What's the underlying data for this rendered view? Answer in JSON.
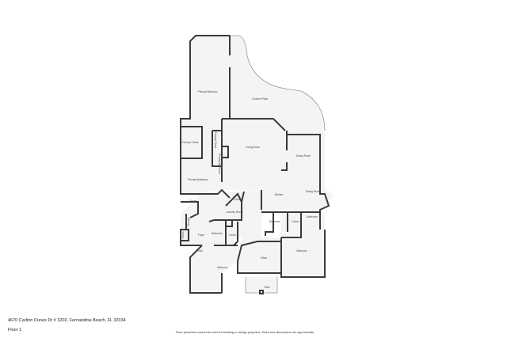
{
  "address": "4670 Carlton Dunes Dr # 3202, Fernandina Beach, FL 32034",
  "floor_label": "Floor 1",
  "disclaimer": "Floor plans/tour cannot be used for building or design purposes. Sizes and dimensions are approximate.",
  "rooms": {
    "primary_bedroom": "Primary Bedroom",
    "covered_patio": "Covered Patio",
    "primary_closet": "Primary Closet",
    "primary_water_closet": "Primary Closet",
    "primary_linen": "Primary Bathroom",
    "living_room": "Living Room",
    "dining_room": "Dining Room",
    "primary_bathroom": "Primary Bathroom",
    "kitchen": "Kitchen",
    "dining_nook": "Dining Room",
    "closet_1": "Closet",
    "closet_2": "Closet",
    "foyer": "Foyer",
    "storage": "Storage",
    "laundry_room": "Laundry Room",
    "bathroom_1": "Bathroom",
    "closet_3": "Closet",
    "closet_4": "Closet",
    "entry": "Entry",
    "bedroom_1": "Bedroom",
    "office": "Office",
    "bathroom_2": "Bathroom",
    "closet_5": "Closet",
    "bathroom_3": "Bathroom",
    "bedroom_2": "Bedroom",
    "patio": "Patio"
  }
}
